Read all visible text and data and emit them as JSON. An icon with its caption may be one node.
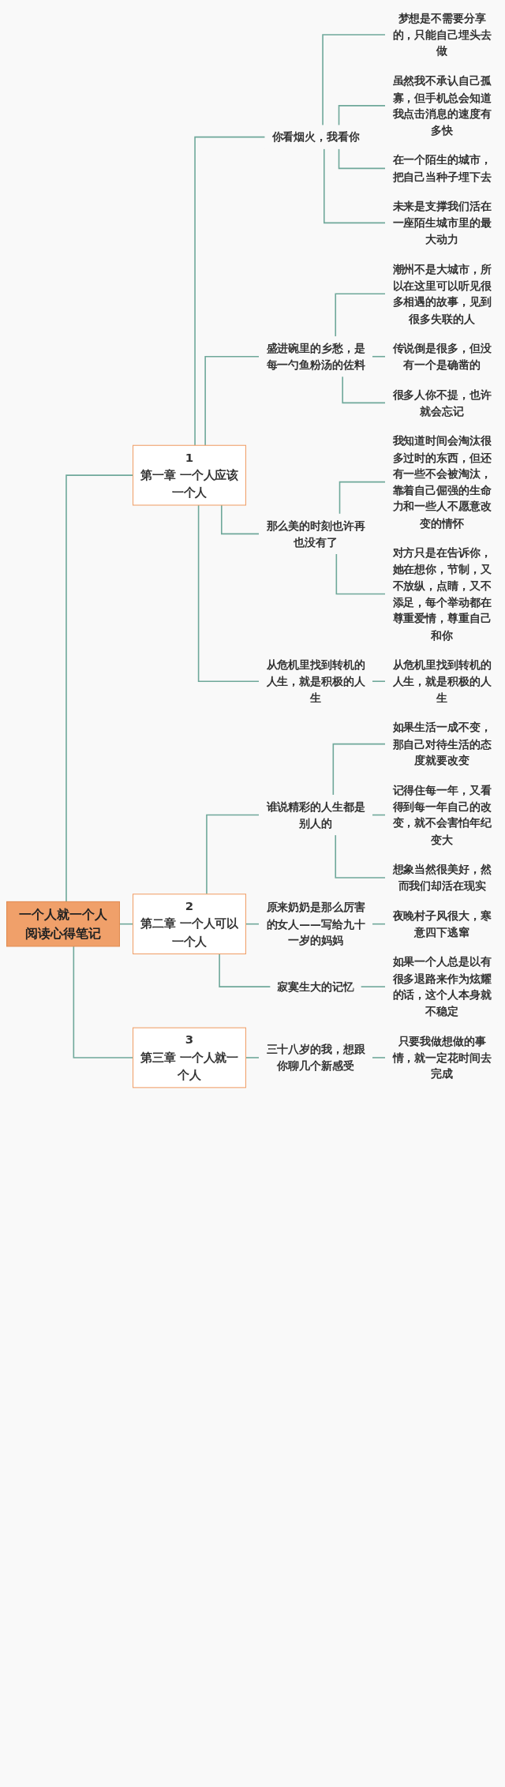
{
  "diagram": {
    "nodes": [
      {
        "text": [
          "一个人就一个人阅读心得笔记"
        ]
      },
      {
        "text": [
          "1",
          "第一章 一个人应该一个人"
        ]
      },
      {
        "text": [
          "你看烟火，我看你"
        ]
      },
      {
        "text": [
          "梦想是不需要分享的，只能自己埋头去做"
        ]
      },
      {
        "text": [
          "虽然我不承认自己孤寡，但手机总会知道我点击消息的速度有多快"
        ]
      },
      {
        "text": [
          "在一个陌生的城市，把自己当种子埋下去"
        ]
      },
      {
        "text": [
          "未来是支撑我们活在一座陌生城市里的最大动力"
        ]
      },
      {
        "text": [
          "盛进碗里的乡愁，是每一勺鱼粉汤的佐料"
        ]
      },
      {
        "text": [
          "潮州不是大城市，所以在这里可以听见很多相遇的故事，见到很多失联的人"
        ]
      },
      {
        "text": [
          "传说倒是很多，但没有一个是确凿的"
        ]
      },
      {
        "text": [
          "很多人你不提，也许就会忘记"
        ]
      },
      {
        "text": [
          "那么美的时刻也许再也没有了"
        ]
      },
      {
        "text": [
          "我知道时间会淘汰很多过时的东西，但还有一些不会被淘汰，靠着自己倔强的生命力和一些人不愿意改变的情怀"
        ]
      },
      {
        "text": [
          "对方只是在告诉你，她在想你，节制，又不放纵，点睛，又不添足，每个举动都在尊重爱情，尊重自己和你"
        ]
      },
      {
        "text": [
          "从危机里找到转机的人生，就是积极的人生"
        ]
      },
      {
        "text": [
          "从危机里找到转机的人生，就是积极的人生"
        ]
      },
      {
        "text": [
          "2",
          "第二章 一个人可以一个人"
        ]
      },
      {
        "text": [
          "谁说精彩的人生都是别人的"
        ]
      },
      {
        "text": [
          "如果生活一成不变，那自己对待生活的态度就要改变"
        ]
      },
      {
        "text": [
          "记得住每一年，又看得到每一年自己的改变，就不会害怕年纪变大"
        ]
      },
      {
        "text": [
          "想象当然很美好，然而我们却活在现实"
        ]
      },
      {
        "text": [
          "原来奶奶是那么厉害的女人——写给九十一岁的妈妈"
        ]
      },
      {
        "text": [
          "夜晚村子风很大，寒意四下逃窜"
        ]
      },
      {
        "text": [
          "寂寞生大的记忆"
        ]
      },
      {
        "text": [
          "如果一个人总是以有很多退路来作为炫耀的话，这个人本身就不稳定"
        ]
      },
      {
        "text": [
          "3",
          "第三章 一个人就一个人"
        ]
      },
      {
        "text": [
          "三十八岁的我，想跟你聊几个新感受"
        ]
      },
      {
        "text": [
          "只要我做想做的事情，就一定花时间去完成"
        ]
      }
    ],
    "edges": [
      {
        "from": 0,
        "to": 1,
        "arrow": "none"
      },
      {
        "from": 1,
        "to": 2,
        "arrow": "none"
      },
      {
        "from": 2,
        "to": 3,
        "arrow": "none"
      },
      {
        "from": 2,
        "to": 4,
        "arrow": "none"
      },
      {
        "from": 2,
        "to": 5,
        "arrow": "none"
      },
      {
        "from": 2,
        "to": 6,
        "arrow": "none"
      },
      {
        "from": 1,
        "to": 7,
        "arrow": "none"
      },
      {
        "from": 7,
        "to": 8,
        "arrow": "none"
      },
      {
        "from": 7,
        "to": 9,
        "arrow": "none"
      },
      {
        "from": 7,
        "to": 10,
        "arrow": "none"
      },
      {
        "from": 1,
        "to": 11,
        "arrow": "none"
      },
      {
        "from": 11,
        "to": 12,
        "arrow": "none"
      },
      {
        "from": 11,
        "to": 13,
        "arrow": "none"
      },
      {
        "from": 1,
        "to": 14,
        "arrow": "none"
      },
      {
        "from": 14,
        "to": 15,
        "arrow": "none"
      },
      {
        "from": 0,
        "to": 16,
        "arrow": "none"
      },
      {
        "from": 16,
        "to": 17,
        "arrow": "none"
      },
      {
        "from": 17,
        "to": 18,
        "arrow": "none"
      },
      {
        "from": 17,
        "to": 19,
        "arrow": "none"
      },
      {
        "from": 17,
        "to": 20,
        "arrow": "none"
      },
      {
        "from": 16,
        "to": 21,
        "arrow": "none"
      },
      {
        "from": 21,
        "to": 22,
        "arrow": "none"
      },
      {
        "from": 16,
        "to": 23,
        "arrow": "none"
      },
      {
        "from": 23,
        "to": 24,
        "arrow": "none"
      },
      {
        "from": 0,
        "to": 25,
        "arrow": "none"
      },
      {
        "from": 25,
        "to": 26,
        "arrow": "none"
      },
      {
        "from": 26,
        "to": 27,
        "arrow": "none"
      }
    ]
  }
}
